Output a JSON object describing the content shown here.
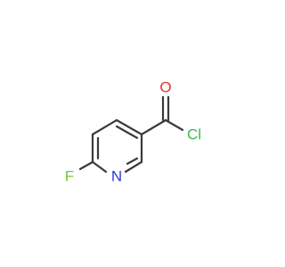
{
  "structure": {
    "atom_labels": {
      "oxygen": "O",
      "chlorine": "Cl",
      "nitrogen": "N",
      "fluorine": "F"
    },
    "colors": {
      "bond": "#3a3a3a",
      "oxygen": "#e8302a",
      "chlorine": "#3cb94a",
      "nitrogen": "#2a3ad8",
      "fluorine": "#7cc23e"
    }
  }
}
